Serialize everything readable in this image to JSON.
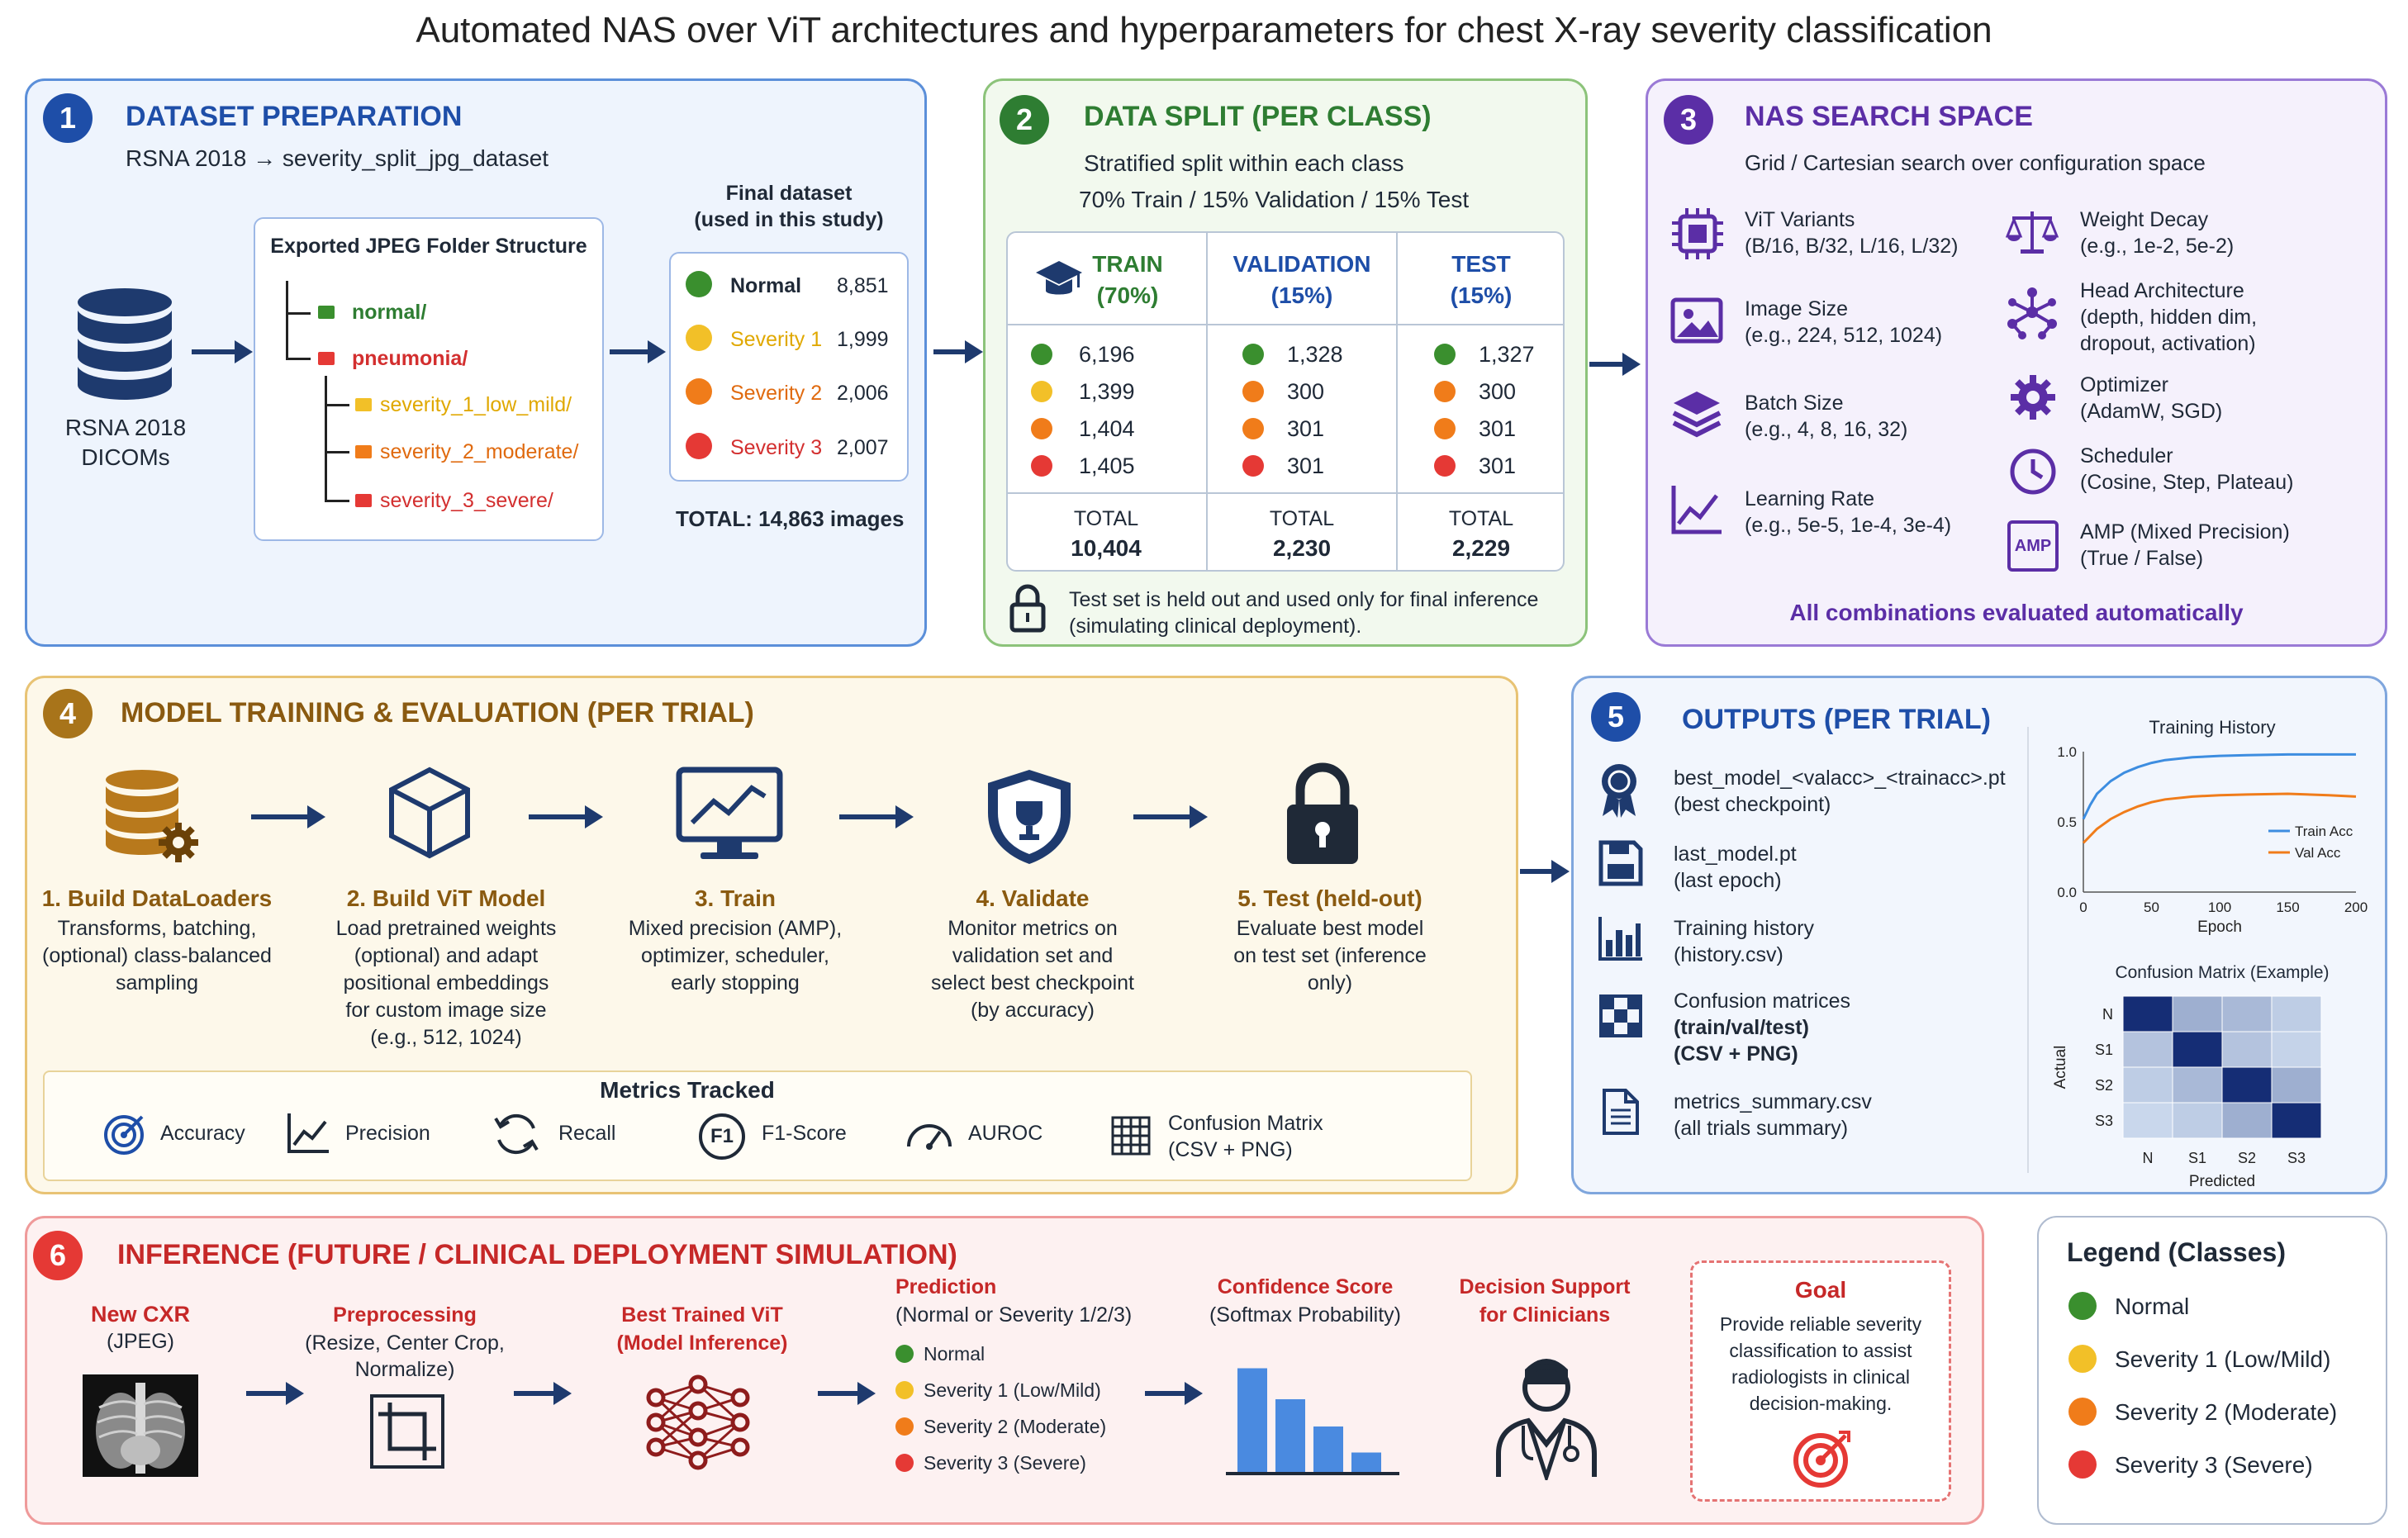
{
  "title": "Automated NAS over ViT architectures and hyperparameters for chest X-ray severity classification",
  "colors": {
    "normal": "#3a8f2e",
    "sev1": "#f2c028",
    "sev2": "#f07c1a",
    "sev3": "#e53935",
    "blue": "#1e4ea8",
    "green": "#2e7d32",
    "purple": "#5b2ea6",
    "brown": "#8a5a10",
    "red": "#c62828"
  },
  "s1": {
    "num": "1",
    "title": "DATASET PREPARATION",
    "sub": "RSNA 2018 → severity_split_jpg_dataset",
    "db": [
      "RSNA 2018",
      "DICOMs"
    ],
    "folder_title": "Exported JPEG Folder Structure",
    "folders": [
      "normal/",
      "pneumonia/",
      "severity_1_low_mild/",
      "severity_2_moderate/",
      "severity_3_severe/"
    ],
    "final_title": [
      "Final dataset",
      "(used in this study)"
    ],
    "classes": [
      {
        "name": "Normal",
        "count": "8,851"
      },
      {
        "name": "Severity 1",
        "count": "1,999"
      },
      {
        "name": "Severity 2",
        "count": "2,006"
      },
      {
        "name": "Severity 3",
        "count": "2,007"
      }
    ],
    "total": "TOTAL: 14,863 images"
  },
  "s2": {
    "num": "2",
    "title": "DATA SPLIT (PER CLASS)",
    "sub1": "Stratified split within each class",
    "sub2": "70% Train / 15% Validation / 15% Test",
    "cols": [
      {
        "h1": "TRAIN",
        "h2": "(70%)",
        "v": [
          "6,196",
          "1,399",
          "1,404",
          "1,405"
        ],
        "total": "10,404"
      },
      {
        "h1": "VALIDATION",
        "h2": "(15%)",
        "v": [
          "1,328",
          "300",
          "301",
          "301"
        ],
        "total": "2,230"
      },
      {
        "h1": "TEST",
        "h2": "(15%)",
        "v": [
          "1,327",
          "300",
          "301",
          "301"
        ],
        "total": "2,229"
      }
    ],
    "total_label": "TOTAL",
    "note1": "Test set is held out and used only for final inference",
    "note2": "(simulating clinical deployment)."
  },
  "s3": {
    "num": "3",
    "title": "NAS SEARCH SPACE",
    "sub": "Grid / Cartesian search over configuration space",
    "left": [
      {
        "t": "ViT Variants",
        "d": [
          "(B/16, B/32, L/16, L/32)"
        ]
      },
      {
        "t": "Image Size",
        "d": [
          "(e.g., 224, 512, 1024)"
        ]
      },
      {
        "t": "Batch Size",
        "d": [
          "(e.g., 4, 8, 16, 32)"
        ]
      },
      {
        "t": "Learning Rate",
        "d": [
          "(e.g., 5e-5, 1e-4, 3e-4)"
        ]
      }
    ],
    "right": [
      {
        "t": "Weight Decay",
        "d": [
          "(e.g., 1e-2, 5e-2)"
        ]
      },
      {
        "t": "Head Architecture",
        "d": [
          "(depth, hidden dim,",
          "dropout, activation)"
        ]
      },
      {
        "t": "Optimizer",
        "d": [
          "(AdamW, SGD)"
        ]
      },
      {
        "t": "Scheduler",
        "d": [
          "(Cosine, Step, Plateau)"
        ]
      },
      {
        "t": "AMP (Mixed Precision)",
        "d": [
          "(True / False)"
        ]
      }
    ],
    "amp_icon": "AMP",
    "footer": "All combinations evaluated automatically"
  },
  "s4": {
    "num": "4",
    "title": "MODEL TRAINING & EVALUATION (PER TRIAL)",
    "steps": [
      {
        "t": "1. Build DataLoaders",
        "d": [
          "Transforms, batching,",
          "(optional) class-balanced",
          "sampling"
        ]
      },
      {
        "t": "2. Build ViT Model",
        "d": [
          "Load pretrained weights",
          "(optional) and adapt",
          "positional embeddings",
          "for custom image size",
          "(e.g., 512, 1024)"
        ]
      },
      {
        "t": "3. Train",
        "d": [
          "Mixed precision (AMP),",
          "optimizer, scheduler,",
          "early stopping"
        ]
      },
      {
        "t": "4. Validate",
        "d": [
          "Monitor metrics on",
          "validation set and",
          "select best checkpoint",
          "(by accuracy)"
        ]
      },
      {
        "t": "5. Test (held-out)",
        "d": [
          "Evaluate best model",
          "on test set (inference",
          "only)"
        ]
      }
    ],
    "metrics_title": "Metrics Tracked",
    "metrics": [
      "Accuracy",
      "Precision",
      "Recall",
      "F1-Score",
      "AUROC",
      "Confusion Matrix",
      "(CSV + PNG)"
    ],
    "f1": "F1"
  },
  "s5": {
    "num": "5",
    "title": "OUTPUTS (PER TRIAL)",
    "items": [
      {
        "t": "best_model_<valacc>_<trainacc>.pt",
        "d": "(best checkpoint)"
      },
      {
        "t": "last_model.pt",
        "d": "(last epoch)"
      },
      {
        "t": "Training history",
        "d": "(history.csv)"
      },
      {
        "t": "Confusion matrices",
        "d": "(train/val/test)",
        "d2": "(CSV + PNG)"
      },
      {
        "t": "metrics_summary.csv",
        "d": "(all trials summary)"
      }
    ]
  },
  "chart_data": [
    {
      "type": "line",
      "title": "Training History",
      "xlabel": "Epoch",
      "ylabel": "",
      "xlim": [
        0,
        200
      ],
      "ylim": [
        0,
        1
      ],
      "xticks": [
        "0",
        "50",
        "100",
        "150",
        "200"
      ],
      "yticks": [
        "0.0",
        "0.5",
        "1.0"
      ],
      "legend": "bottom-right",
      "series": [
        {
          "name": "Train Acc",
          "color": "#3d8de0",
          "x": [
            0,
            5,
            10,
            20,
            30,
            40,
            50,
            60,
            80,
            100,
            120,
            150,
            180,
            200
          ],
          "y": [
            0.52,
            0.62,
            0.7,
            0.79,
            0.85,
            0.89,
            0.92,
            0.94,
            0.96,
            0.97,
            0.975,
            0.98,
            0.98,
            0.98
          ]
        },
        {
          "name": "Val Acc",
          "color": "#f07c1a",
          "x": [
            0,
            5,
            10,
            20,
            30,
            40,
            50,
            60,
            80,
            100,
            120,
            150,
            180,
            200
          ],
          "y": [
            0.35,
            0.4,
            0.45,
            0.52,
            0.57,
            0.61,
            0.64,
            0.66,
            0.68,
            0.69,
            0.695,
            0.7,
            0.69,
            0.68
          ]
        }
      ]
    },
    {
      "type": "heatmap",
      "title": "Confusion Matrix (Example)",
      "xlabel": "Predicted",
      "ylabel": "Actual",
      "rows": [
        "N",
        "S1",
        "S2",
        "S3"
      ],
      "cols": [
        "N",
        "S1",
        "S2",
        "S3"
      ],
      "values": [
        [
          0.95,
          0.3,
          0.25,
          0.15
        ],
        [
          0.2,
          0.95,
          0.2,
          0.12
        ],
        [
          0.15,
          0.25,
          0.95,
          0.3
        ],
        [
          0.1,
          0.15,
          0.3,
          0.95
        ]
      ]
    }
  ],
  "s6": {
    "num": "6",
    "title": "INFERENCE (FUTURE / CLINICAL DEPLOYMENT SIMULATION)",
    "new": [
      "New CXR",
      "(JPEG)"
    ],
    "pre": [
      "Preprocessing",
      "(Resize, Center Crop,",
      "Normalize)"
    ],
    "best": [
      "Best Trained ViT",
      "(Model Inference)"
    ],
    "pred_t": "Prediction",
    "pred_s": "(Normal or Severity 1/2/3)",
    "pred_items": [
      "Normal",
      "Severity 1 (Low/Mild)",
      "Severity 2 (Moderate)",
      "Severity 3 (Severe)"
    ],
    "conf": [
      "Confidence Score",
      "(Softmax Probability)"
    ],
    "conf_bars": [
      0.85,
      0.6,
      0.38,
      0.17
    ],
    "dec": [
      "Decision Support",
      "for Clinicians"
    ],
    "goal_t": "Goal",
    "goal_d": [
      "Provide reliable severity",
      "classification to assist",
      "radiologists in clinical",
      "decision-making."
    ]
  },
  "legend": {
    "title": "Legend (Classes)",
    "items": [
      "Normal",
      "Severity 1 (Low/Mild)",
      "Severity 2 (Moderate)",
      "Severity 3 (Severe)"
    ]
  }
}
